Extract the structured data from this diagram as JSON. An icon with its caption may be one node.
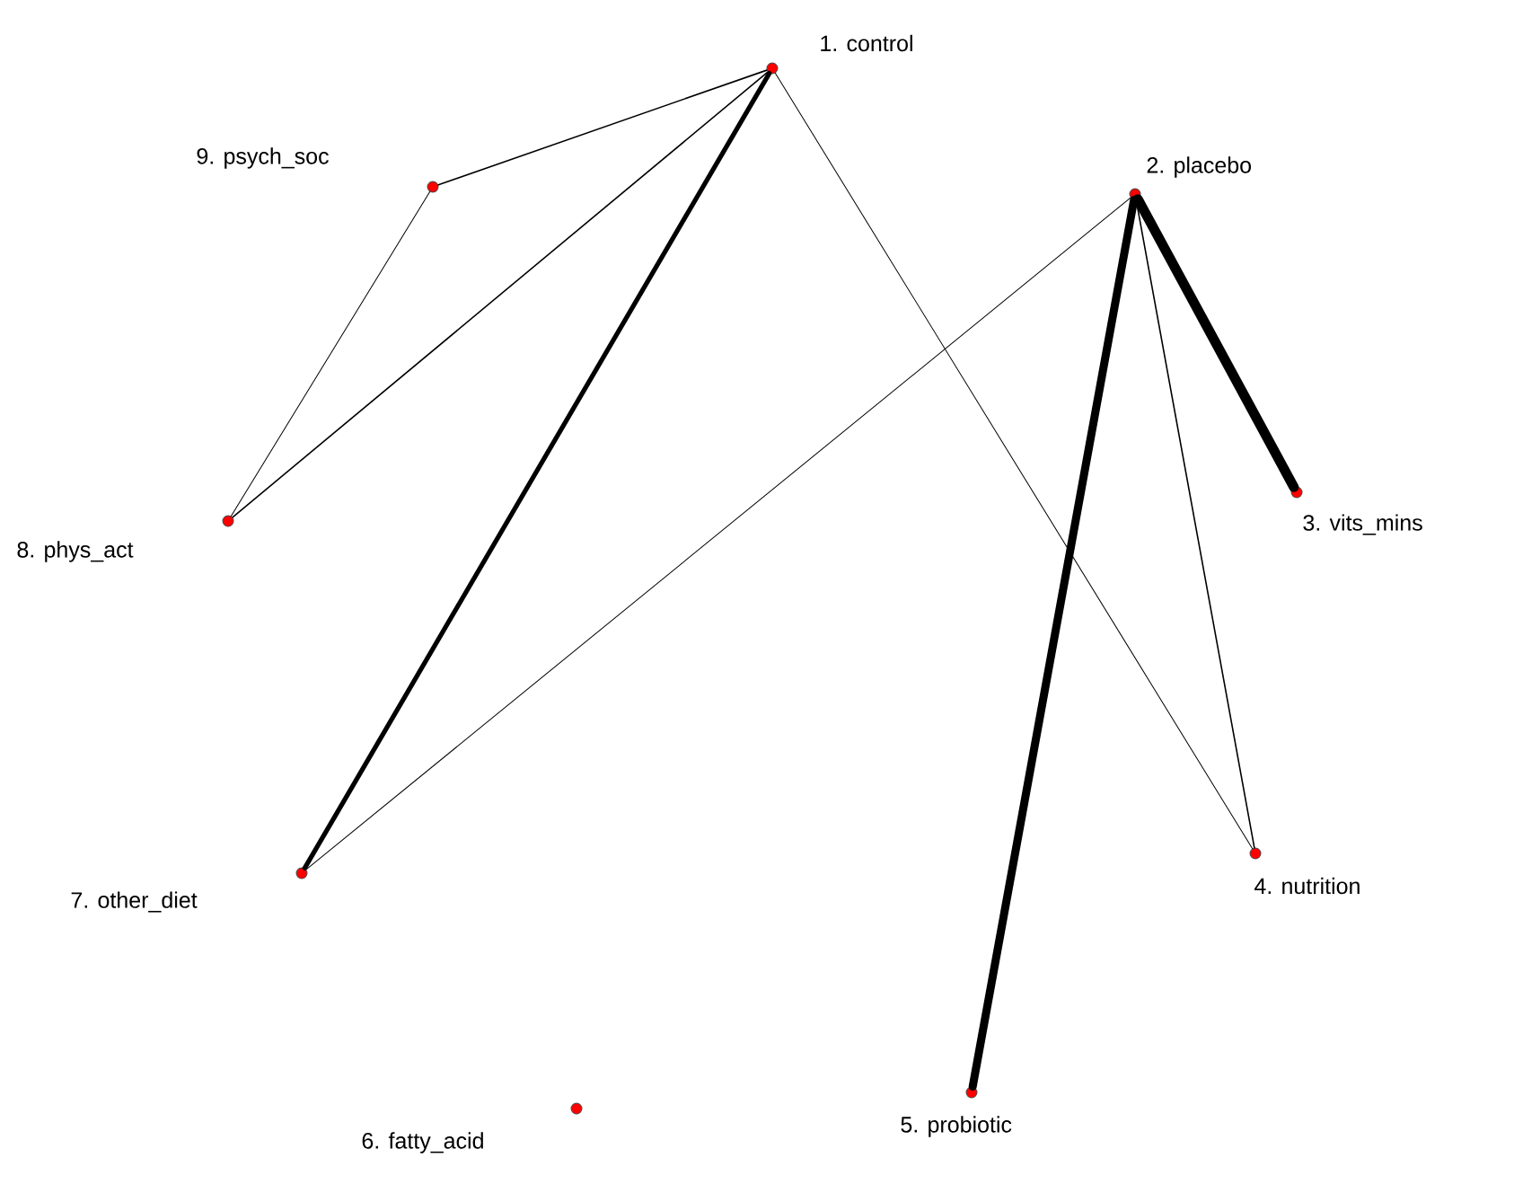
{
  "diagram": {
    "nodes": [
      {
        "text": [
          "1. control"
        ]
      },
      {
        "text": [
          "2. placebo"
        ]
      },
      {
        "text": [
          "3. vits_mins"
        ]
      },
      {
        "text": [
          "4. nutrition"
        ]
      },
      {
        "text": [
          "5. probiotic"
        ]
      },
      {
        "text": [
          "6. fatty_acid"
        ]
      },
      {
        "text": [
          "7. other_diet"
        ]
      },
      {
        "text": [
          "8. phys_act"
        ]
      },
      {
        "text": [
          "9. psych_soc"
        ]
      }
    ],
    "edges": [
      {
        "from": 0,
        "to": 8,
        "arrow": "none"
      },
      {
        "from": 0,
        "to": 7,
        "arrow": "none"
      },
      {
        "from": 0,
        "to": 6,
        "arrow": "none",
        "style": "thick"
      },
      {
        "from": 0,
        "to": 3,
        "arrow": "none"
      },
      {
        "from": 8,
        "to": 7,
        "arrow": "none"
      },
      {
        "from": 1,
        "to": 6,
        "arrow": "none"
      },
      {
        "from": 1,
        "to": 2,
        "arrow": "none",
        "style": "thick"
      },
      {
        "from": 1,
        "to": 4,
        "arrow": "none",
        "style": "thick"
      },
      {
        "from": 1,
        "to": 3,
        "arrow": "none"
      }
    ]
  }
}
